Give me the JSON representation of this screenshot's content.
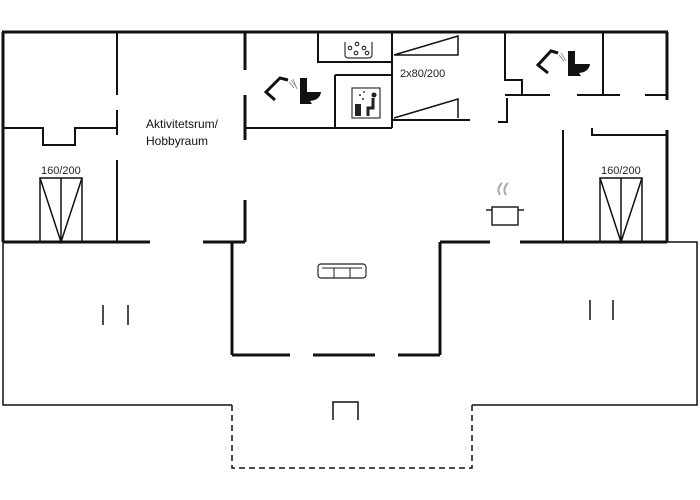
{
  "rooms": {
    "activity_room": {
      "line1": "Aktivitetsrum/",
      "line2": "Hobbyraum"
    },
    "bed_left": "160/200",
    "bed_right": "160/200",
    "bunk_beds": "2x80/200"
  },
  "icons": [
    "shower-icon",
    "toilet-icon",
    "whirlpool-icon",
    "sauna-icon",
    "cooking-pot-icon",
    "sofa-icon"
  ]
}
